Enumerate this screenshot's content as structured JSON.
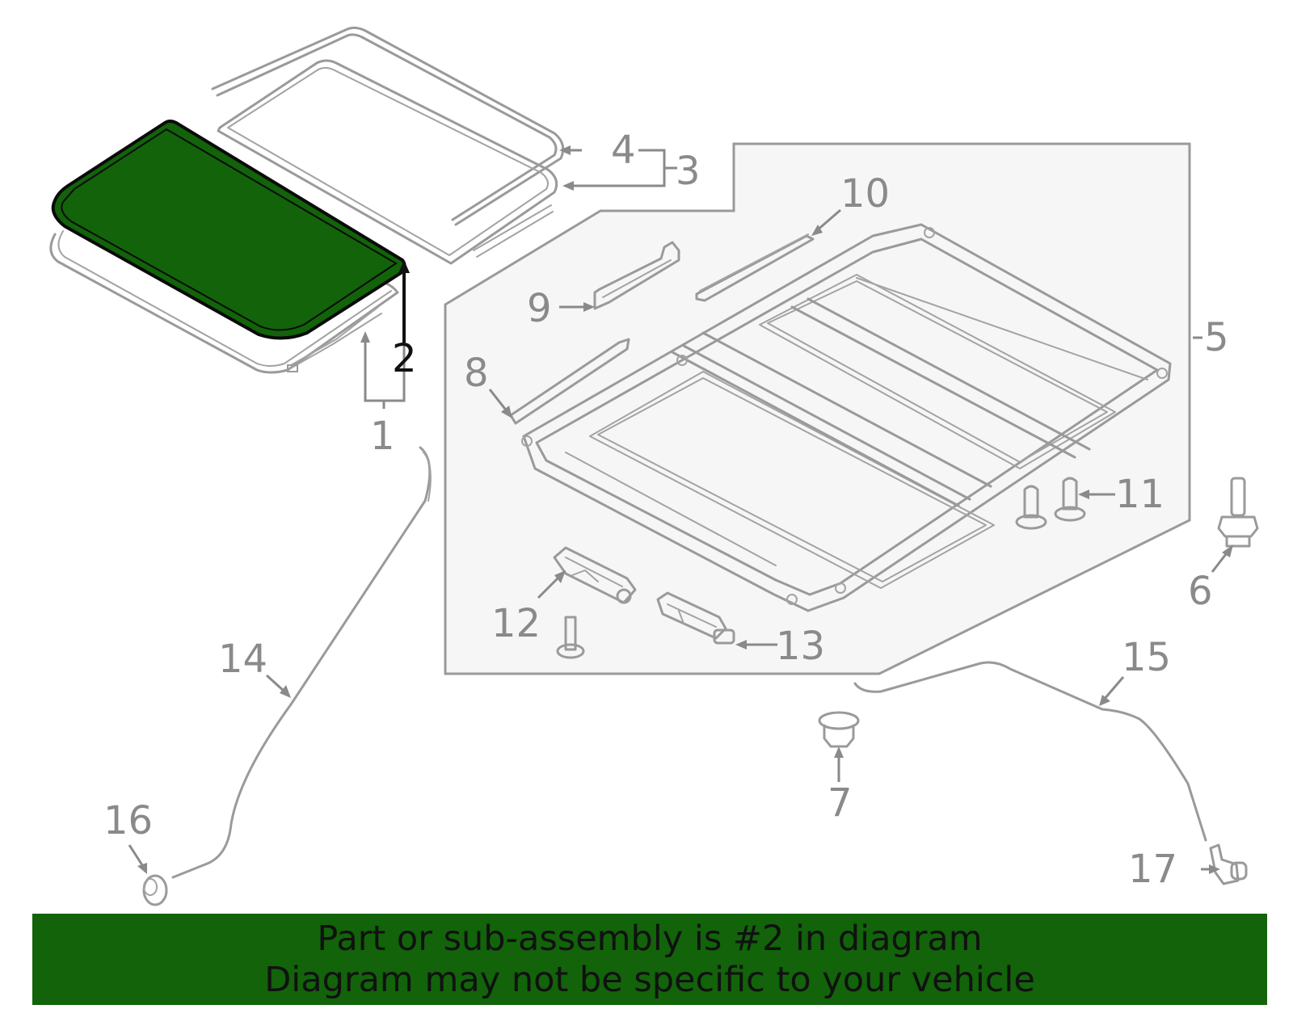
{
  "diagram": {
    "highlight_color": "#12630a",
    "highlighted_part": "2",
    "callouts": [
      {
        "id": "c1",
        "text": "1"
      },
      {
        "id": "c2",
        "text": "2"
      },
      {
        "id": "c3",
        "text": "3"
      },
      {
        "id": "c4",
        "text": "4"
      },
      {
        "id": "c5",
        "text": "5"
      },
      {
        "id": "c6",
        "text": "6"
      },
      {
        "id": "c7",
        "text": "7"
      },
      {
        "id": "c8",
        "text": "8"
      },
      {
        "id": "c9",
        "text": "9"
      },
      {
        "id": "c10",
        "text": "10"
      },
      {
        "id": "c11",
        "text": "11"
      },
      {
        "id": "c12",
        "text": "12"
      },
      {
        "id": "c13",
        "text": "13"
      },
      {
        "id": "c14",
        "text": "14"
      },
      {
        "id": "c15",
        "text": "15"
      },
      {
        "id": "c16",
        "text": "16"
      },
      {
        "id": "c17",
        "text": "17"
      }
    ]
  },
  "footer": {
    "line1": "Part or sub-assembly is #2 in diagram",
    "line2": "Diagram may not be specific to your vehicle"
  }
}
